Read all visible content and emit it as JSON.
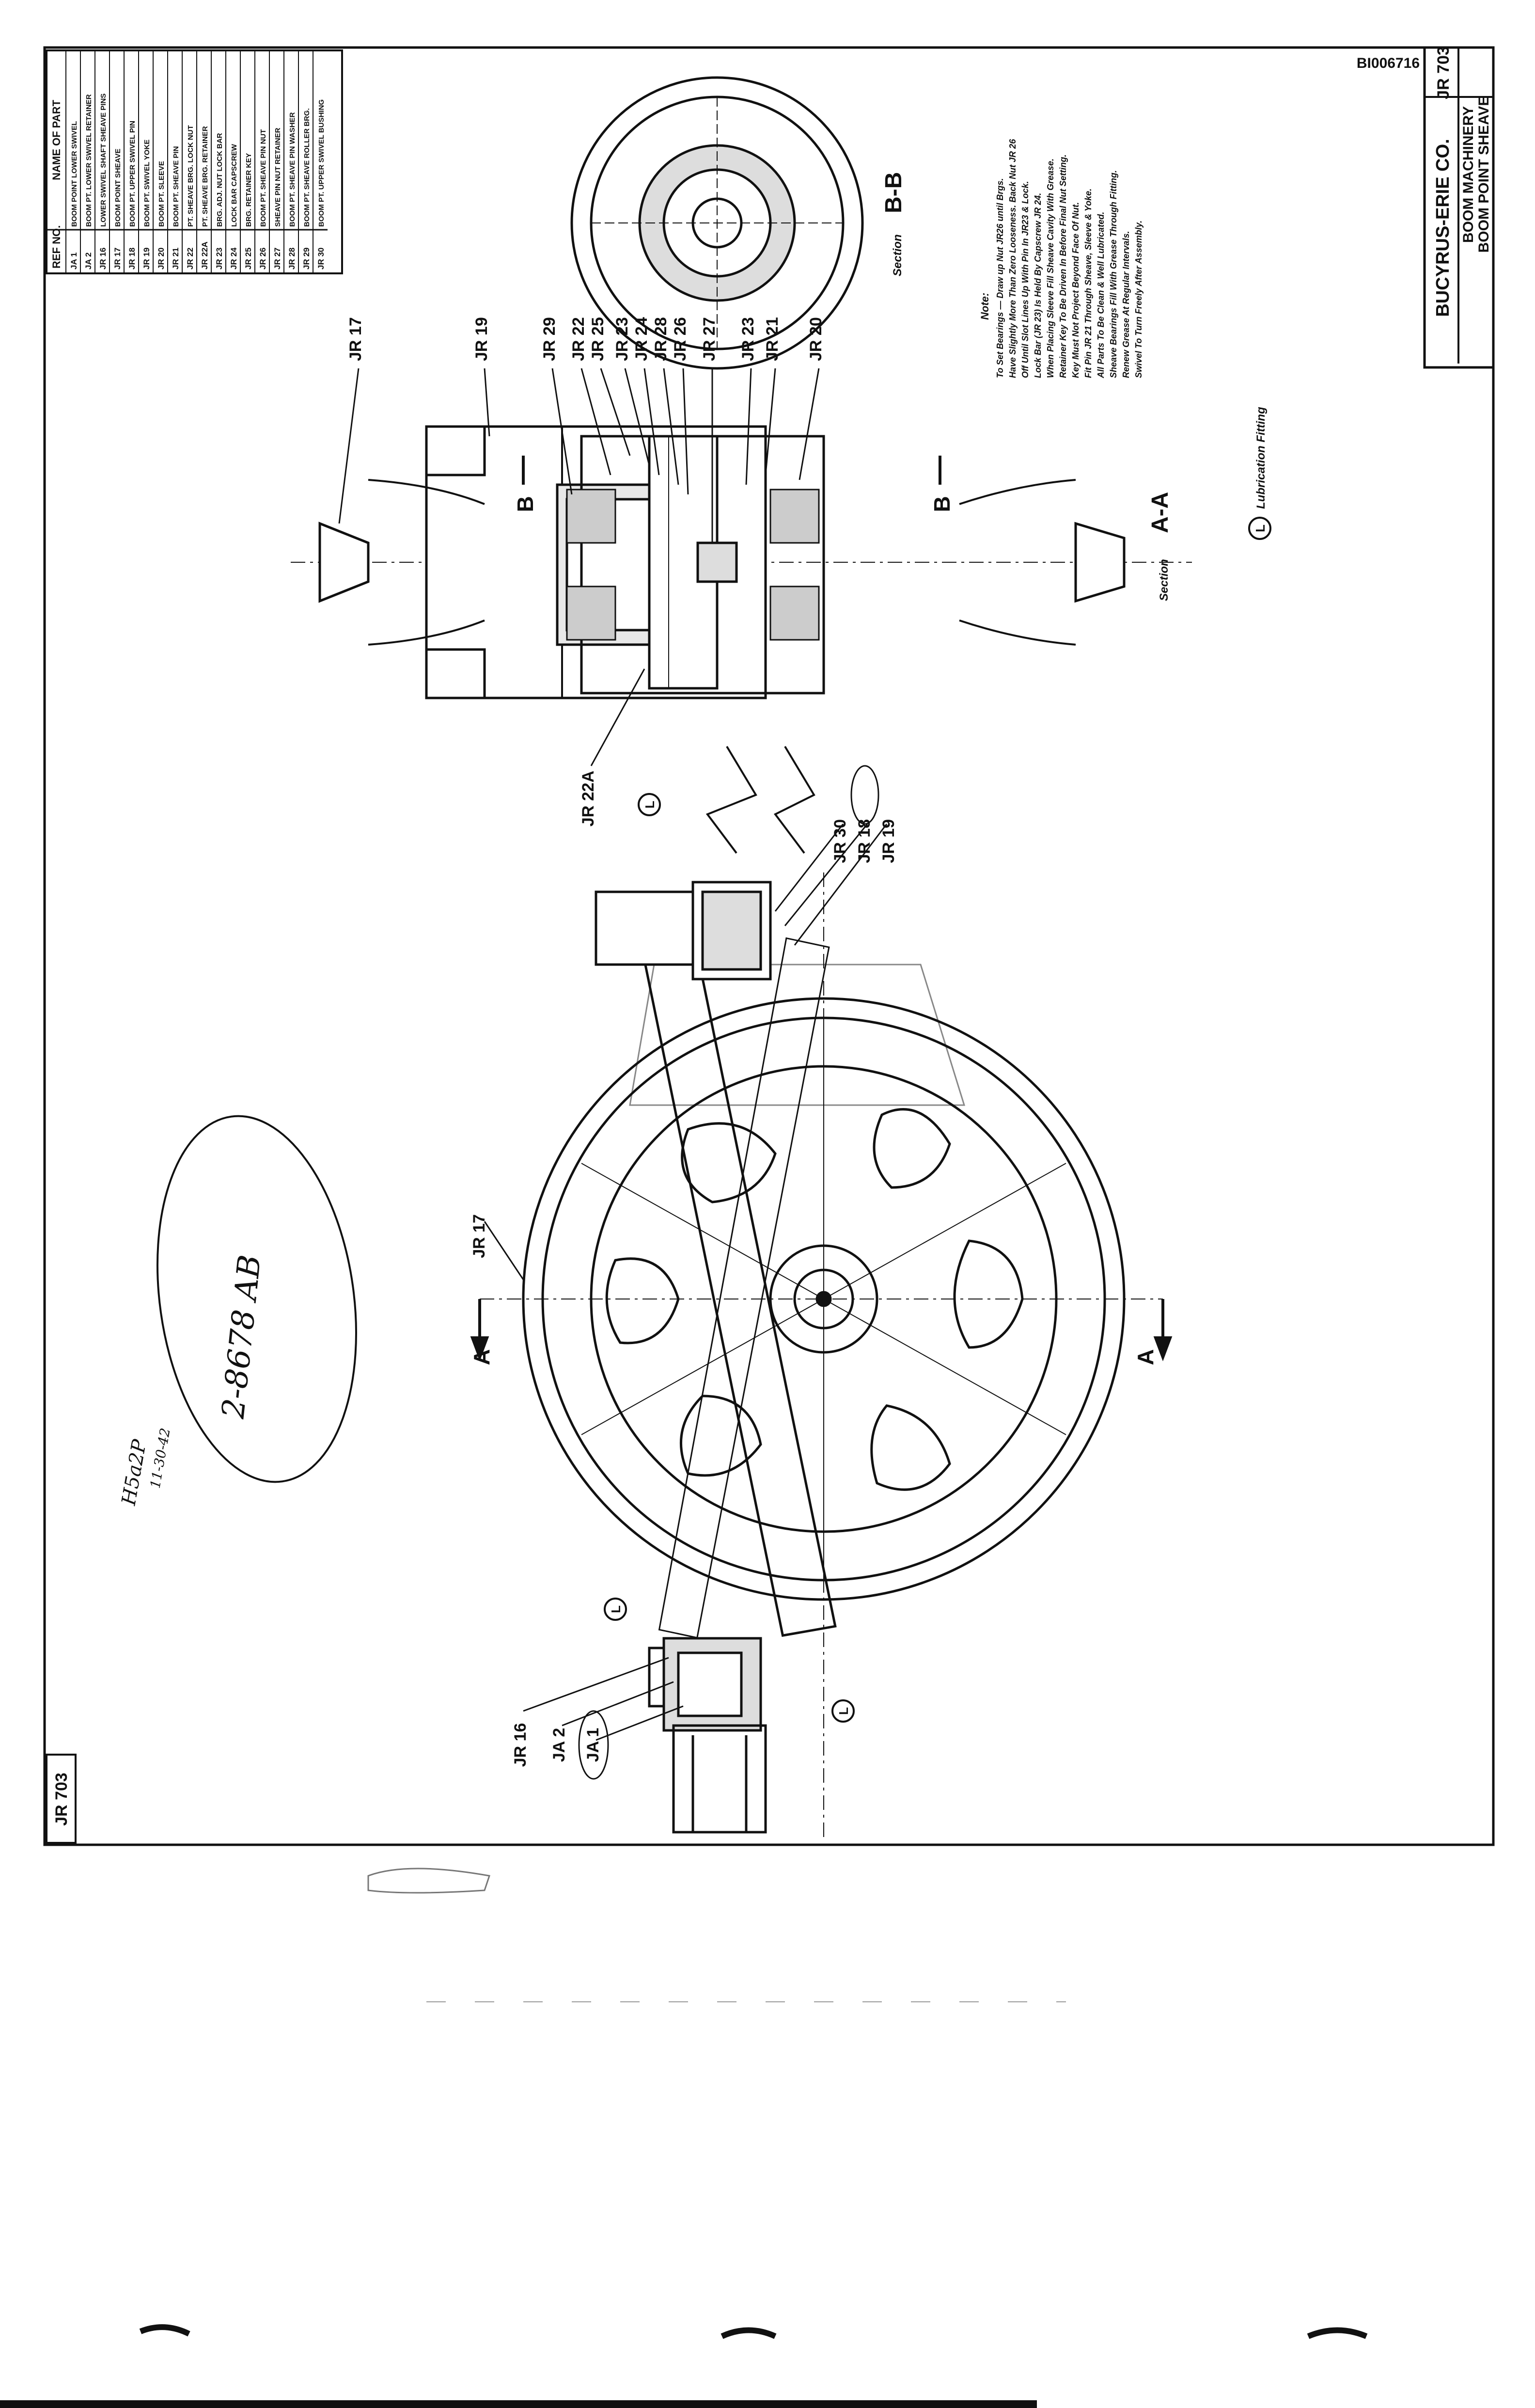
{
  "doc_number": "BI006716",
  "drawing_number": "JR 703",
  "title_block": {
    "company": "BUCYRUS-ERIE CO.",
    "drawing_number": "JR 703",
    "line1": "BOOM MACHINERY",
    "line2": "BOOM POINT SHEAVE"
  },
  "parts_table": {
    "header_ref": "REF NO.",
    "header_name": "NAME OF PART",
    "rows": [
      {
        "ref": "JA 1",
        "name": "BOOM POINT LOWER SWIVEL"
      },
      {
        "ref": "JA 2",
        "name": "BOOM PT. LOWER SWIVEL RETAINER"
      },
      {
        "ref": "JR 16",
        "name": "LOWER SWIVEL SHAFT SHEAVE PINS"
      },
      {
        "ref": "JR 17",
        "name": "BOOM POINT SHEAVE"
      },
      {
        "ref": "JR 18",
        "name": "BOOM PT. UPPER SWIVEL PIN"
      },
      {
        "ref": "JR 19",
        "name": "BOOM PT. SWIVEL YOKE"
      },
      {
        "ref": "JR 20",
        "name": "BOOM PT. SLEEVE"
      },
      {
        "ref": "JR 21",
        "name": "BOOM PT. SHEAVE PIN"
      },
      {
        "ref": "JR 22",
        "name": "PT. SHEAVE BRG. LOCK NUT"
      },
      {
        "ref": "JR 22A",
        "name": "PT. SHEAVE BRG. RETAINER"
      },
      {
        "ref": "JR 23",
        "name": "BRG. ADJ. NUT LOCK BAR"
      },
      {
        "ref": "JR 24",
        "name": "LOCK BAR CAPSCREW"
      },
      {
        "ref": "JR 25",
        "name": "BRG. RETAINER KEY"
      },
      {
        "ref": "JR 26",
        "name": "BOOM PT. SHEAVE PIN NUT"
      },
      {
        "ref": "JR 27",
        "name": "SHEAVE PIN NUT RETAINER"
      },
      {
        "ref": "JR 28",
        "name": "BOOM PT. SHEAVE PIN WASHER"
      },
      {
        "ref": "JR 29",
        "name": "BOOM PT. SHEAVE ROLLER BRG."
      },
      {
        "ref": "JR 30",
        "name": "BOOM PT. UPPER SWIVEL BUSHING"
      }
    ]
  },
  "callouts": {
    "jr17_top": "JR 17",
    "jr19": "JR 19",
    "jr29": "JR 29",
    "jr22": "JR 22",
    "jr25": "JR 25",
    "jr23a": "JR 23",
    "jr24": "JR 24",
    "jr28": "JR 28",
    "jr26": "JR 26",
    "jr27": "JR 27",
    "jr23b": "JR 23",
    "jr21": "JR 21",
    "jr20": "JR 20",
    "jr22a": "JR 22A",
    "jr30": "JR 30",
    "jr18": "JR 18",
    "jr19b": "JR 19",
    "jr17_main": "JR 17",
    "jr16": "JR 16",
    "ja2": "JA 2",
    "ja1": "JA 1",
    "section_b_arrow_1": "B",
    "section_b_arrow_2": "B",
    "section_a_arrow_1": "A",
    "section_a_arrow_2": "A",
    "lube_symbol": "L"
  },
  "section_labels": {
    "aa_prefix": "Section",
    "aa": "A-A",
    "bb_prefix": "Section",
    "bb": "B-B"
  },
  "notes": {
    "heading": "Note:",
    "lines": [
      "To Set Bearings — Draw up Nut JR26 until Brgs.",
      "Have Slightly More Than Zero Looseness. Back Nut JR 26",
      "Off Until Slot Lines Up With Pin In JR23 & Lock.",
      "Lock Bar (JR 23) Is Held By Capscrew JR 24.",
      "When Placing Sleeve Fill Sheave Cavity With Grease.",
      "Retainer Key To Be Driven In Before Final Nut Setting.",
      "Key Must Not Project Beyond Face Of Nut.",
      "Fit Pin JR 21 Through Sheave, Sleeve & Yoke.",
      "All Parts To Be Clean & Well Lubricated.",
      "Sheave Bearings Fill With Grease Through Fitting.",
      "Renew Grease At Regular Intervals.",
      "Swivel To Turn Freely After Assembly."
    ],
    "legend": "Lubrication Fitting"
  },
  "handwriting": {
    "circled_note": "2-8678 AB",
    "side_note_1": "H5a2P",
    "side_note_2": "11-30-42"
  }
}
